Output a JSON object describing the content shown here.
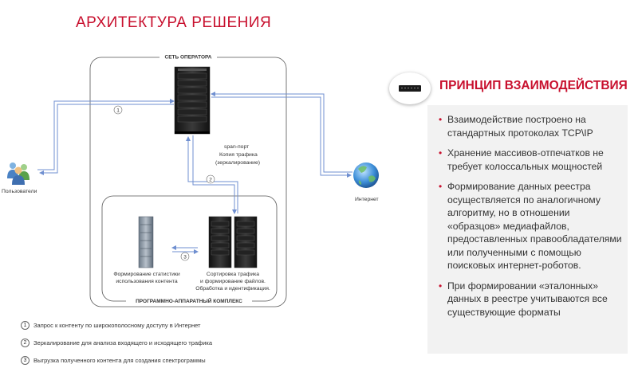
{
  "title": "АРХИТЕКТУРА РЕШЕНИЯ",
  "diagram": {
    "operator_network_label": "СЕТЬ ОПЕРАТОРА",
    "users_label": "Пользователи",
    "internet_label": "Интернет",
    "span_port_lines": [
      "span-порт",
      "Копия трафика",
      "(зеркалирование)"
    ],
    "step1": "1",
    "step2": "2",
    "step3": "3",
    "complex_label": "ПРОГРАММНО-АППАРАТНЫЙ КОМПЛЕКС",
    "stats_lines": [
      "Формирование статистики",
      "использования контента"
    ],
    "sorting_lines": [
      "Сортировка трафика",
      "и формирование файлов.",
      "Обработка и идентификация."
    ]
  },
  "legend": [
    {
      "num": "1",
      "text": "Запрос к контенту по широкополосному доступу в Интернет"
    },
    {
      "num": "2",
      "text": "Зеркалирование для анализа входящего и исходящего трафика"
    },
    {
      "num": "3",
      "text": "Выгрузка полученного контента для создания спектрограммы"
    }
  ],
  "principles": {
    "title": "ПРИНЦИП ВЗАИМОДЕЙСТВИЯ",
    "items": [
      "Взаимодействие построено на стандартных протоколах TCP\\IP",
      "Хранение массивов-отпечатков не требует колоссальных мощностей",
      "Формирование данных реестра осуществляется по аналогичному алгоритму, но в отношении «образцов» медиафайлов, предоставленных правообладателями или полученными с помощью поисковых интернет-роботов.",
      "При формировании «эталонных» данных в реестре  учитываются все существующие форматы"
    ]
  },
  "colors": {
    "accent": "#c8102e",
    "arrow": "#6f8fd0",
    "panel": "#f2f2f2"
  }
}
